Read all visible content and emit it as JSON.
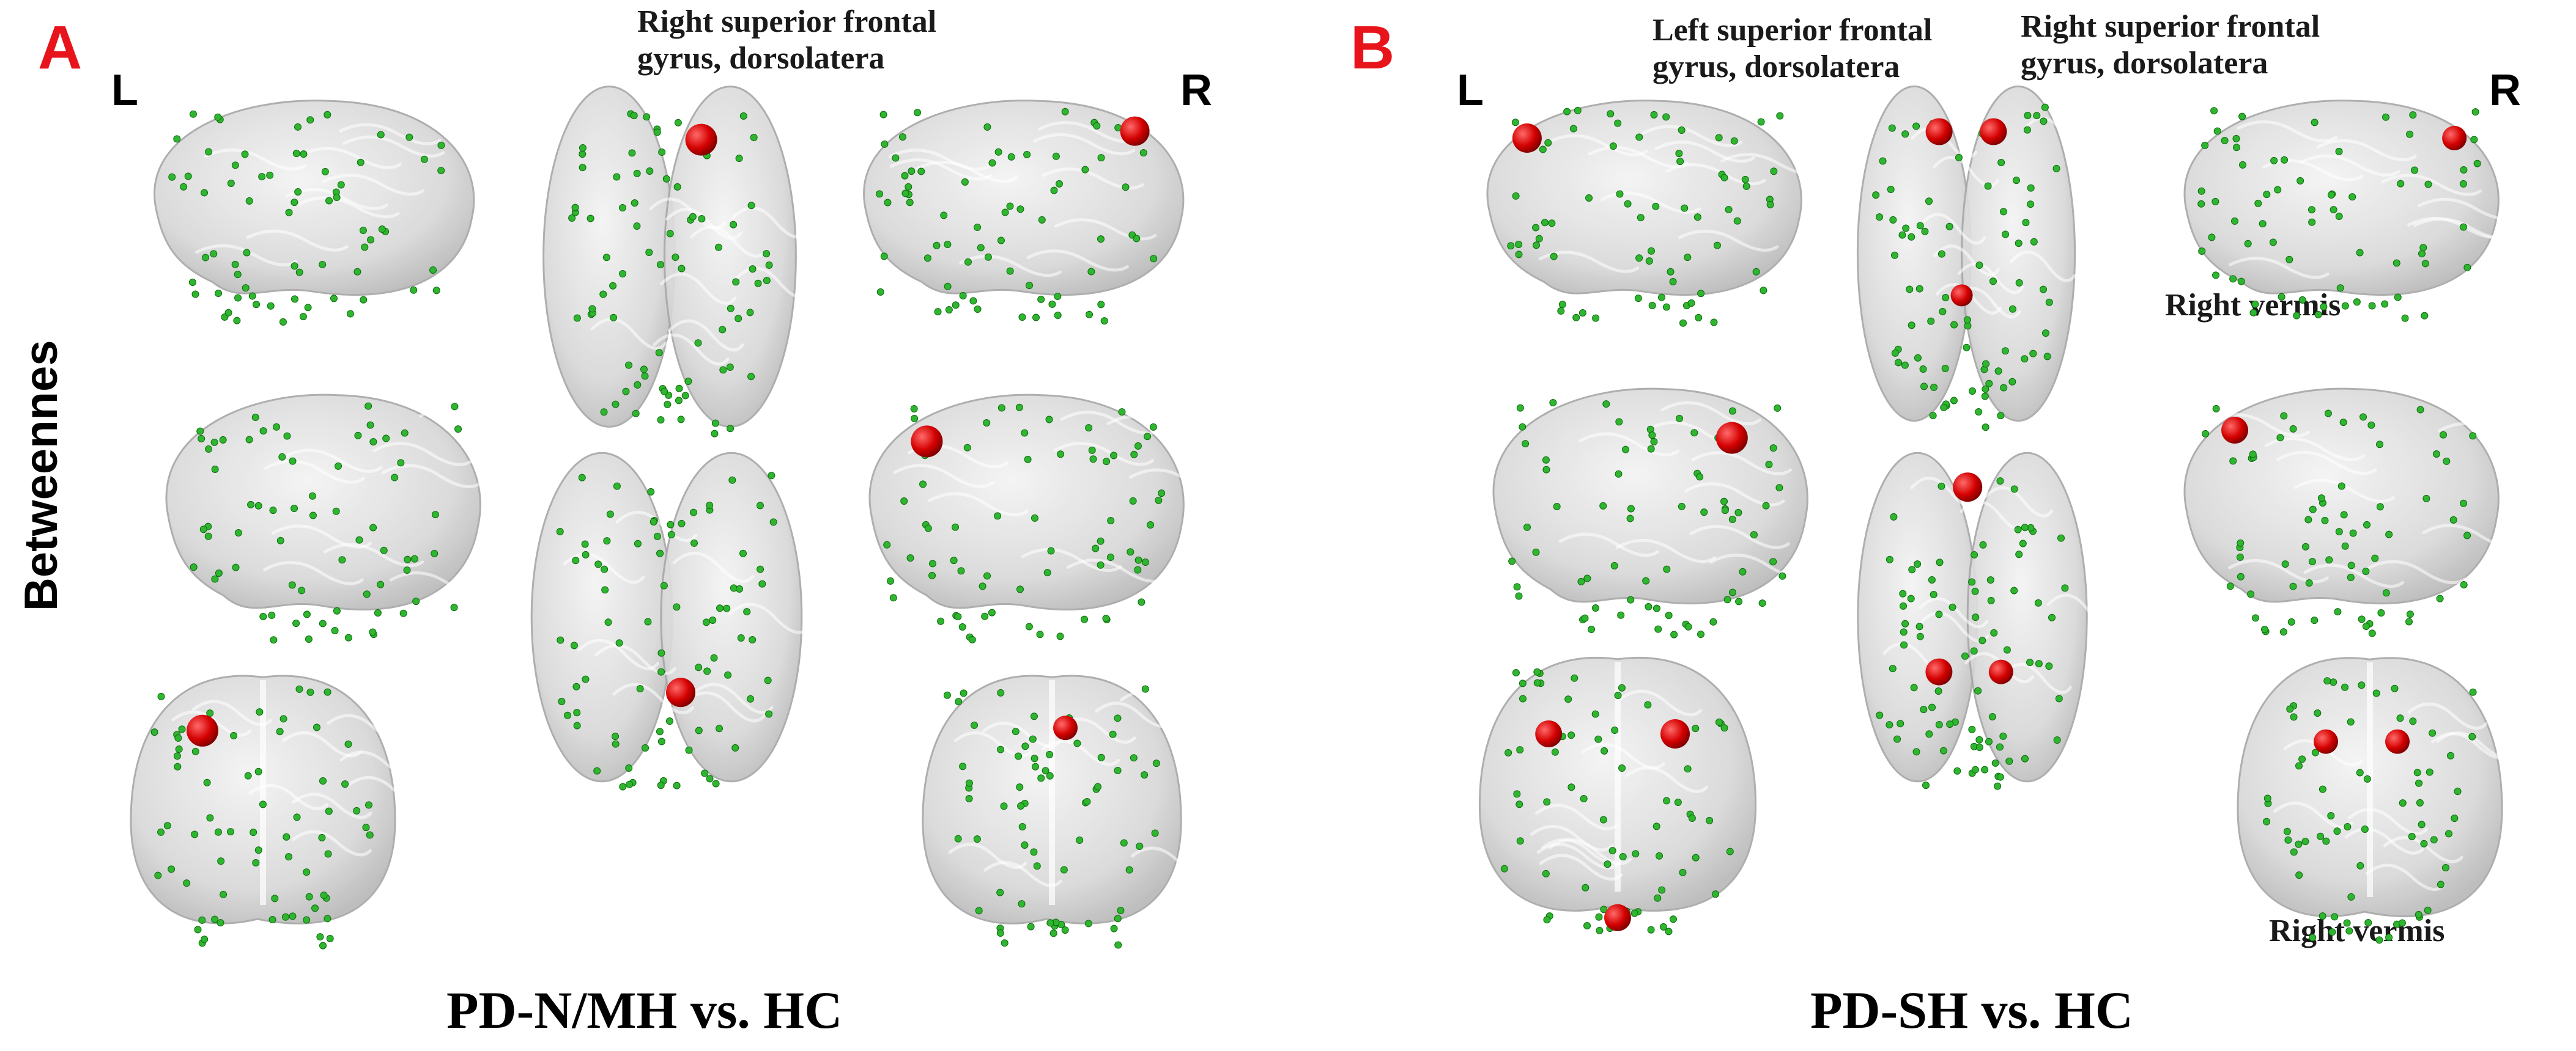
{
  "figure": {
    "y_label": "Betweennes",
    "panels": [
      {
        "letter": "A",
        "left_marker": "L",
        "right_marker": "R",
        "caption": "PD-N/MH vs. HC",
        "annotations": [
          "Right superior frontal\ngyrus, dorsolatera"
        ]
      },
      {
        "letter": "B",
        "left_marker": "L",
        "right_marker": "R",
        "caption": "PD-SH vs. HC",
        "annotations": [
          "Left superior frontal\ngyrus, dorsolatera",
          "Right superior frontal\ngyrus, dorsolatera",
          "Right vermis",
          "Right vermis"
        ]
      }
    ]
  },
  "colors": {
    "brain_fill": "#d9d9d9",
    "brain_stroke": "#a8a8a8",
    "node": "#2fb52f",
    "hub": "#d40000",
    "panel_letter": "#e8141b"
  }
}
